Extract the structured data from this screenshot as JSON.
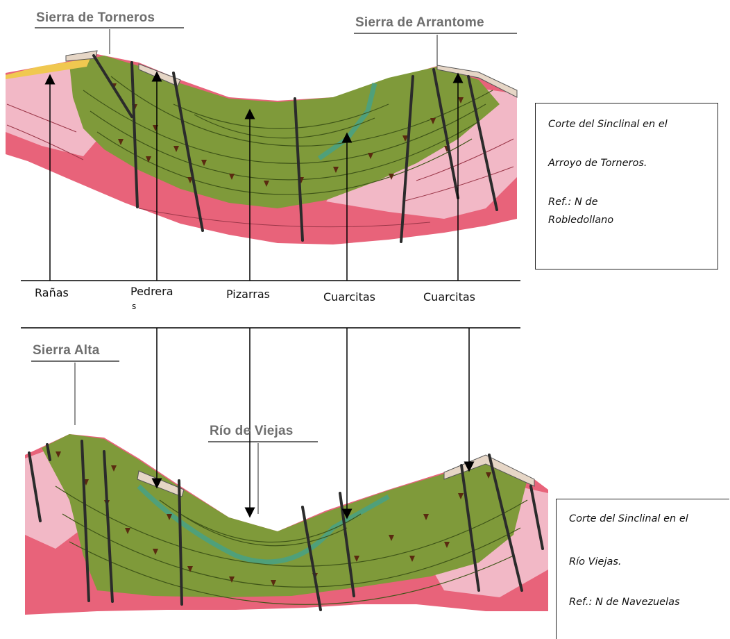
{
  "top_section": {
    "peaks": [
      "Sierra de Torneros",
      "Sierra de Arrantome"
    ],
    "caption": {
      "line1": "Corte del Sinclinal en el",
      "line2": "Arroyo de Torneros.",
      "line3": "Ref.: N de",
      "line4": "Robledollano"
    }
  },
  "layer_labels": [
    "Rañas",
    "Pedrera",
    "s",
    "Pizarras",
    "Cuarcitas",
    "Cuarcitas"
  ],
  "bottom_section": {
    "peaks": [
      "Sierra Alta",
      "Río de Viejas"
    ],
    "caption": {
      "line1": "Corte del Sinclinal en el",
      "line2": "Río Viejas.",
      "line3": "Ref.: N de Navezuelas"
    }
  },
  "colors": {
    "pink_deep": "#e8637a",
    "pink_light": "#f2b8c6",
    "olive": "#7f9a3a",
    "olive_dark": "#5f7a22",
    "quartzite_band": "#4fa07a",
    "rana_yellow": "#f0c850",
    "cap_beige": "#e6d6c6",
    "fault": "#2b2b2b"
  }
}
